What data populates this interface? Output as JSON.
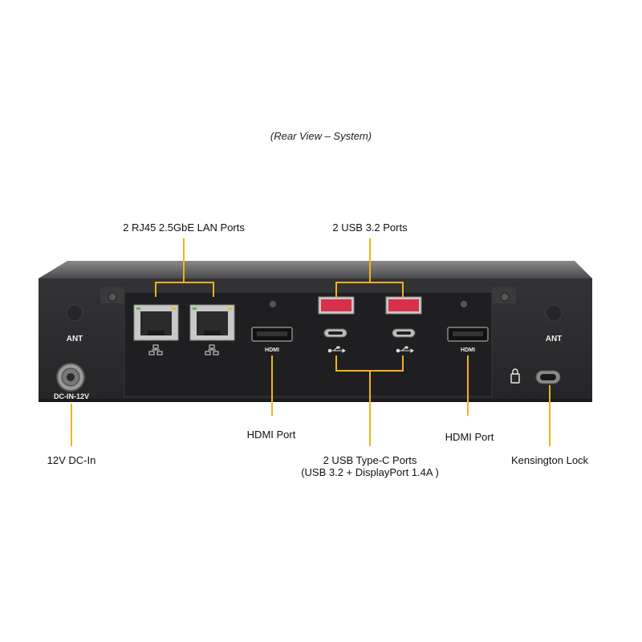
{
  "caption": "(Rear View – System)",
  "labels": {
    "lan": "2 RJ45 2.5GbE LAN Ports",
    "usb32": "2 USB 3.2 Ports",
    "hdmi_left": "HDMI Port",
    "hdmi_right": "HDMI Port",
    "dcin": "12V DC-In",
    "usbc_line1": "2 USB Type-C Ports",
    "usbc_line2": "(USB 3.2 + DisplayPort 1.4A )",
    "kensington": "Kensington Lock"
  },
  "panel": {
    "ant_left": "ANT",
    "ant_right": "ANT",
    "dc_in": "DC-IN-12V",
    "hdmi_left": "HDMI",
    "hdmi_right": "HDMI"
  },
  "colors": {
    "callout": "#f2b21c",
    "chassis": "#2b2b2d",
    "chassis_top": "#6a6a6c",
    "port_usb_red": "#d8304a"
  },
  "icons": [
    "network-icon",
    "usb-icon",
    "lock-icon",
    "screw-icon"
  ]
}
